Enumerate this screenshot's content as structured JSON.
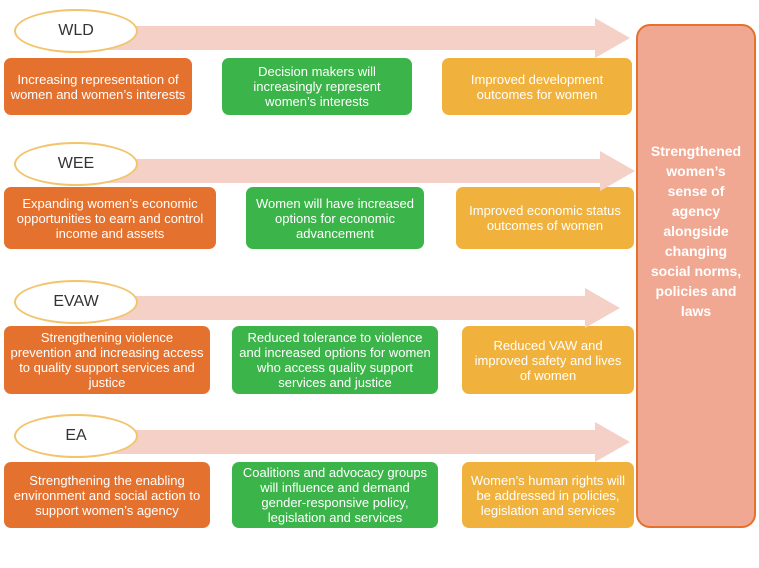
{
  "colors": {
    "orange": "#e5712f",
    "green": "#3bb54a",
    "yellow": "#f0b23d",
    "arrow": "#f5d0c6",
    "outcome_panel": "#f1a892",
    "oval_border": "#f2c46b"
  },
  "rows": [
    {
      "label": "WLD",
      "input": "Increasing representation of women and women’s interests",
      "output": "Decision makers will increasingly represent women’s interests",
      "outcome": "Improved development outcomes for women"
    },
    {
      "label": "WEE",
      "input": "Expanding women’s economic opportunities to earn and control income and assets",
      "output": "Women will have increased options for economic advancement",
      "outcome": "Improved economic status outcomes of women"
    },
    {
      "label": "EVAW",
      "input": "Strengthening violence prevention and increasing access to quality support services and justice",
      "output": "Reduced tolerance to violence and increased options for women who access quality support services and justice",
      "outcome": "Reduced VAW and improved safety and lives of women"
    },
    {
      "label": "EA",
      "input": "Strengthening the enabling environment and social action to support women’s agency",
      "output": "Coalitions and advocacy groups will influence and demand gender-responsive policy, legislation and services",
      "outcome": "Women’s human rights will be addressed in policies, legislation and services"
    }
  ],
  "final_outcome": "Strengthened women’s sense of agency alongside changing social norms, policies and laws"
}
